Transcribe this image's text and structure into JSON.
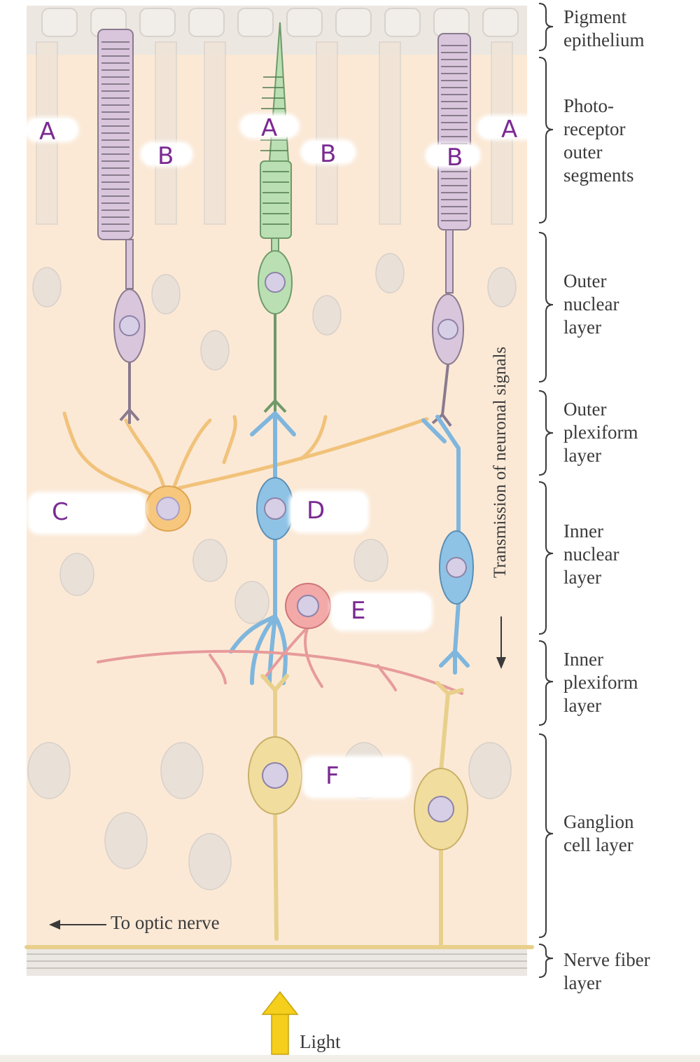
{
  "layers": [
    {
      "id": "pigment",
      "label": "Pigment\nepithelium"
    },
    {
      "id": "photoreceptor",
      "label": "Photo-\nreceptor\nouter\nsegments"
    },
    {
      "id": "outer-nuclear",
      "label": "Outer\nnuclear\nlayer"
    },
    {
      "id": "outer-plexiform",
      "label": "Outer\nplexiform\nlayer"
    },
    {
      "id": "inner-nuclear",
      "label": "Inner\nnuclear\nlayer"
    },
    {
      "id": "inner-plexiform",
      "label": "Inner\nplexiform\nlayer"
    },
    {
      "id": "ganglion",
      "label": "Ganglion\ncell layer"
    },
    {
      "id": "nerve-fiber",
      "label": "Nerve fiber\nlayer"
    }
  ],
  "annotations": {
    "transmission": "Transmission of neuronal signals",
    "optic_nerve": "To optic nerve",
    "light": "Light"
  },
  "tags": {
    "a1": "A",
    "a2": "A",
    "a3": "A",
    "b1": "B",
    "b2": "B",
    "b3": "B",
    "c": "C",
    "d": "D",
    "e": "E",
    "f": "F"
  },
  "colors": {
    "background": "#fbe9d6",
    "rod": "#d9c6dc",
    "cone": "#b9dfb3",
    "bipolar": "#8fc3e6",
    "horizontal": "#f7c77e",
    "amacrine": "#f2a9a8",
    "ganglion": "#f1dd9e",
    "nucleus": "#d7cfe6",
    "tag_text": "#7b2a92",
    "light_arrow": "#f5cf1c"
  }
}
